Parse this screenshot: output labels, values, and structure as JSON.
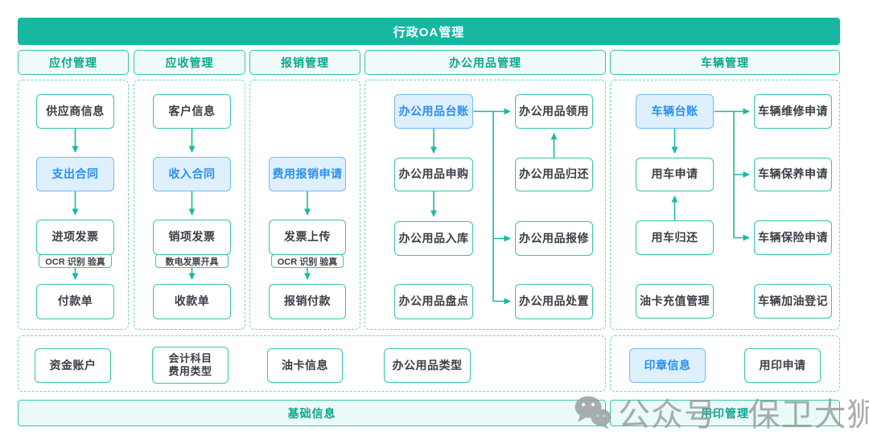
{
  "banner": {
    "title": "行政OA管理"
  },
  "columns": [
    {
      "header": "应付管理",
      "nodes": {
        "supplier": "供应商信息",
        "expense_contract": "支出合同",
        "input_invoice": "进项发票",
        "ocr": "OCR 识别 验真",
        "payment": "付款单"
      }
    },
    {
      "header": "应收管理",
      "nodes": {
        "customer": "客户信息",
        "income_contract": "收入合同",
        "output_invoice": "销项发票",
        "einvoice": "数电发票开具",
        "receipt": "收款单"
      }
    },
    {
      "header": "报销管理",
      "nodes": {
        "expense_claim": "费用报销申请",
        "invoice_upload": "发票上传",
        "ocr": "OCR 识别 验真",
        "claim_payment": "报销付款"
      }
    },
    {
      "header": "办公用品管理",
      "nodes": {
        "ledger": "办公用品台账",
        "purchase": "办公用品申购",
        "inbound": "办公用品入库",
        "stocktake": "办公用品盘点",
        "collect": "办公用品领用",
        "return": "办公用品归还",
        "repair": "办公用品报修",
        "dispose": "办公用品处置"
      }
    },
    {
      "header": "车辆管理",
      "nodes": {
        "ledger": "车辆台账",
        "use_apply": "用车申请",
        "use_return": "用车归还",
        "fuel_card_recharge": "油卡充值管理",
        "repair_apply": "车辆维修申请",
        "maintenance_apply": "车辆保养申请",
        "insurance_apply": "车辆保险申请",
        "refuel_register": "车辆加油登记"
      }
    }
  ],
  "base_info": {
    "banner": "基础信息",
    "nodes": {
      "fund_account": "资金账户",
      "accounting_line1": "会计科目",
      "accounting_line2": "费用类型",
      "fuel_card": "油卡信息",
      "supplies_type": "办公用品类型"
    }
  },
  "seal": {
    "banner": "用印管理",
    "nodes": {
      "seal_info": "印章信息",
      "seal_apply": "用印申请"
    }
  },
  "watermark": {
    "text": "公众号 · 保卫大狮兄",
    "icon": "wechat-icon"
  },
  "colors": {
    "banner_teal": "#18b7a2",
    "node_border_teal": "#35c4b0",
    "dashed_teal": "#6fd4c6",
    "teal_text": "#0ba68e",
    "light_teal_bg": "#eafaf7",
    "blue_bg": "#def0fe",
    "blue_border": "#72b9f6",
    "blue_text": "#2a8ff0",
    "arrow_teal": "#1cb9a2",
    "watermark_gray": "#94989a"
  }
}
